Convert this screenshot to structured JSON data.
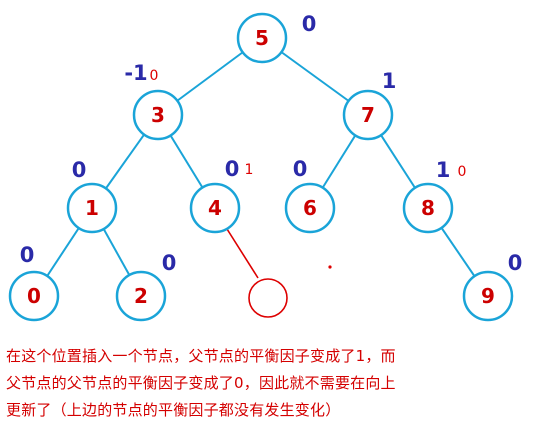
{
  "tree": {
    "nodes": [
      {
        "id": "n5",
        "value": "5"
      },
      {
        "id": "n3",
        "value": "3"
      },
      {
        "id": "n7",
        "value": "7"
      },
      {
        "id": "n1",
        "value": "1"
      },
      {
        "id": "n4",
        "value": "4"
      },
      {
        "id": "n6",
        "value": "6"
      },
      {
        "id": "n8",
        "value": "8"
      },
      {
        "id": "n0",
        "value": "0"
      },
      {
        "id": "n2",
        "value": "2"
      },
      {
        "id": "n9",
        "value": "9"
      }
    ],
    "edges": [
      [
        "n5",
        "n3"
      ],
      [
        "n5",
        "n7"
      ],
      [
        "n3",
        "n1"
      ],
      [
        "n3",
        "n4"
      ],
      [
        "n7",
        "n6"
      ],
      [
        "n7",
        "n8"
      ],
      [
        "n1",
        "n0"
      ],
      [
        "n1",
        "n2"
      ],
      [
        "n8",
        "n9"
      ]
    ],
    "balance_factors": [
      {
        "node": "n5",
        "old": "0"
      },
      {
        "node": "n3",
        "old": "-1",
        "new": "0"
      },
      {
        "node": "n7",
        "old": "1"
      },
      {
        "node": "n1",
        "old": "0"
      },
      {
        "node": "n4",
        "old": "0",
        "new": "1"
      },
      {
        "node": "n6",
        "old": "0"
      },
      {
        "node": "n8",
        "old": "1",
        "new": "0"
      },
      {
        "node": "n0",
        "old": "0"
      },
      {
        "node": "n2",
        "old": "0"
      },
      {
        "node": "n9",
        "old": "0"
      }
    ],
    "inserted": {
      "parent": "n4",
      "side": "right",
      "value": ""
    }
  },
  "colors": {
    "node_fill": "#ffffff",
    "node_stroke": "#1aa4d8",
    "node_text": "#cc0000",
    "edge": "#1aa4d8",
    "balance_old": "#2a2aa8",
    "balance_new": "#dd0000",
    "inserted_edge": "#dd0000",
    "caption": "#d40000"
  },
  "caption": {
    "lines": [
      "在这个位置插入一个节点，父节点的平衡因子变成了1，而",
      "父节点的父节点的平衡因子变成了0，因此就不需要在向上",
      "更新了（上边的节点的平衡因子都没有发生变化）"
    ]
  }
}
